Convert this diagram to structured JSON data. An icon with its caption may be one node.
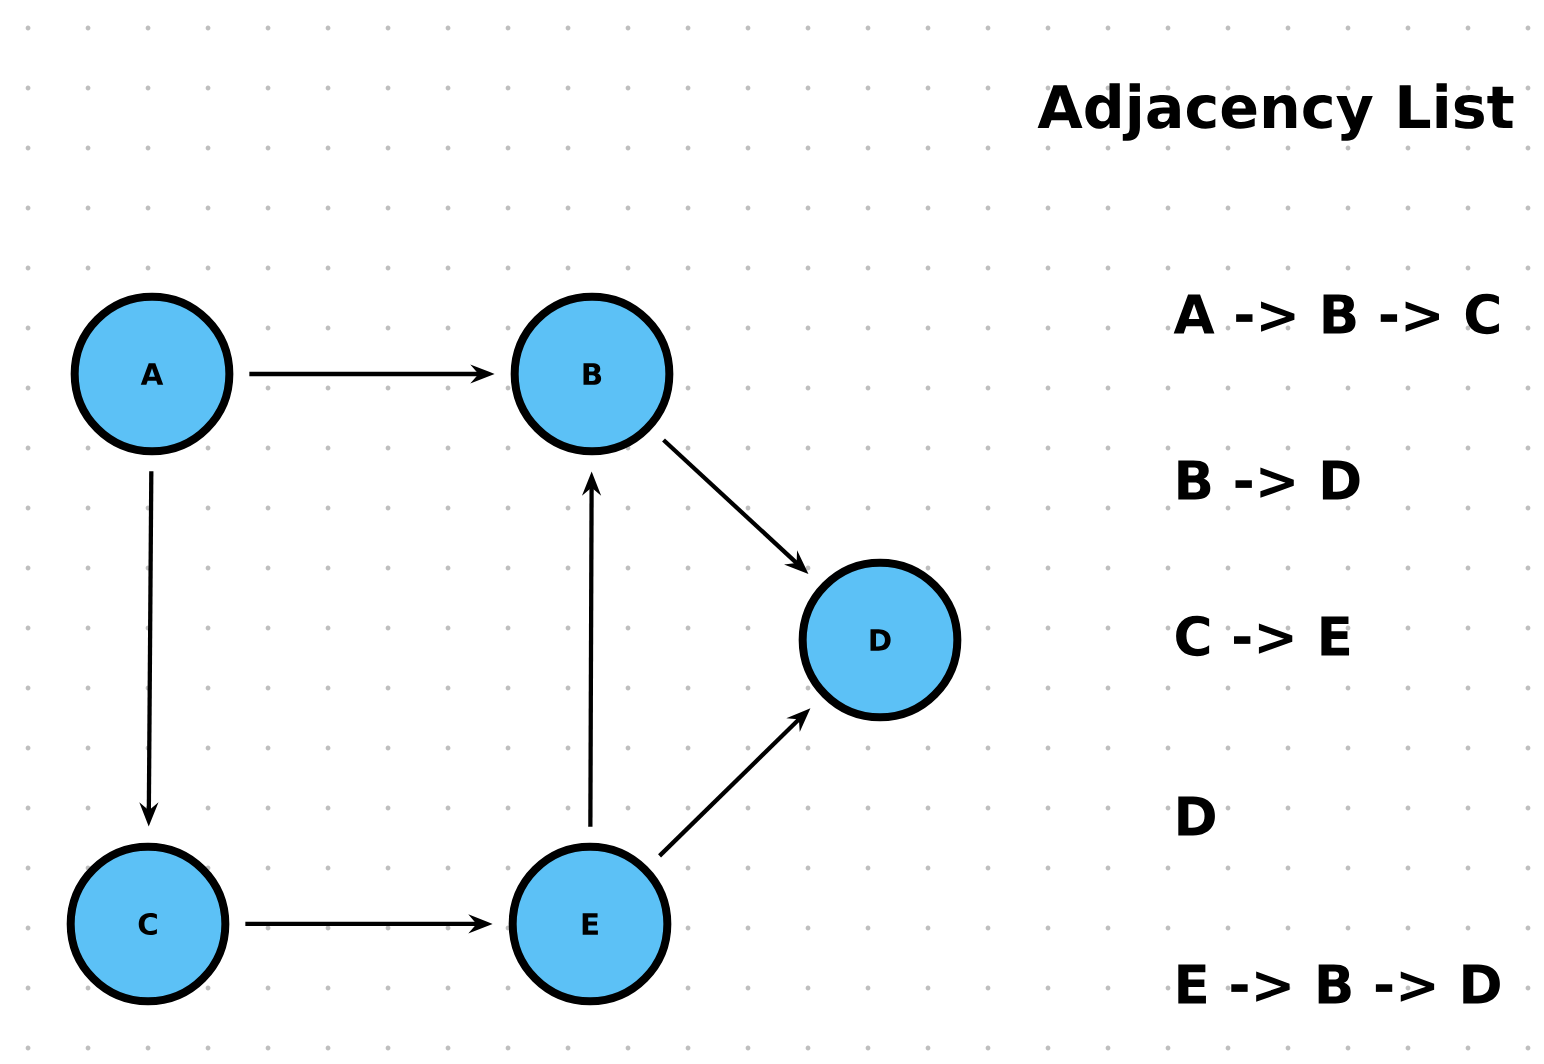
{
  "diagram": {
    "title": "Adjacency List",
    "nodes": [
      {
        "text": [
          "A"
        ]
      },
      {
        "text": [
          "B"
        ]
      },
      {
        "text": [
          "D"
        ]
      },
      {
        "text": [
          "C"
        ]
      },
      {
        "text": [
          "E"
        ]
      }
    ],
    "edges": [
      {
        "from": 0,
        "to": 1,
        "arrow": "to"
      },
      {
        "from": 0,
        "to": 3,
        "arrow": "to"
      },
      {
        "from": 1,
        "to": 2,
        "arrow": "to"
      },
      {
        "from": 4,
        "to": 1,
        "arrow": "to"
      },
      {
        "from": 3,
        "to": 4,
        "arrow": "to"
      },
      {
        "from": 4,
        "to": 2,
        "arrow": "to"
      }
    ],
    "labels": [
      "A -> B -> C",
      "B -> D",
      "C -> E",
      "D",
      "E -> B -> D"
    ]
  }
}
